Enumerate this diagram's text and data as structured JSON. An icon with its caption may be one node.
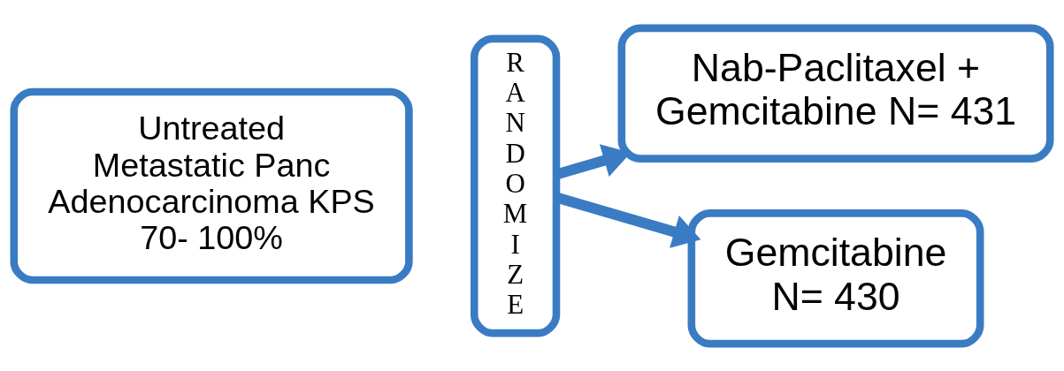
{
  "diagram": {
    "nodes": [
      {
        "text": [
          "Untreated Metastatic Panc Adenocarcinoma KPS 70- 100%"
        ]
      },
      {
        "text": [
          "RANDOMIZE"
        ]
      },
      {
        "text": [
          "Nab-Paclitaxel + Gemcitabine N= 431"
        ]
      },
      {
        "text": [
          "Gemcitabine N= 430"
        ]
      }
    ],
    "edges": [
      {
        "from": 1,
        "to": 2,
        "arrow": "to"
      },
      {
        "from": 1,
        "to": 3,
        "arrow": "to"
      }
    ]
  }
}
